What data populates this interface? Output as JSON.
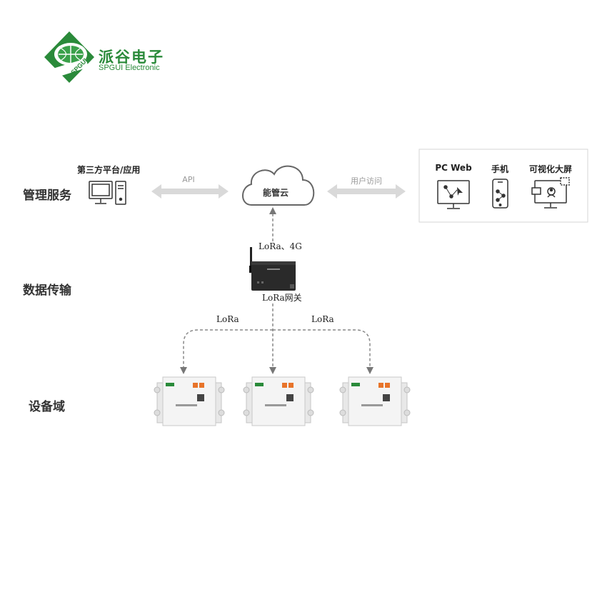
{
  "brand": {
    "name_cn": "派谷电子",
    "name_en": "SPGUI Electronic",
    "logo_text": "SPGUI"
  },
  "layers": {
    "management": "管理服务",
    "transmission": "数据传输",
    "device": "设备域"
  },
  "nodes": {
    "third_party": "第三方平台/应用",
    "cloud": "能管云",
    "gateway": "LoRa网关",
    "gateway_uplink": "LoRa、4G",
    "pc_web": "PC Web",
    "mobile": "手机",
    "screen": "可视化大屏"
  },
  "edges": {
    "api": "API",
    "user_access": "用户访问",
    "lora_left": "LoRa",
    "lora_right": "LoRa"
  },
  "colors": {
    "brand_green": "#2a8a3a",
    "arrow_gray": "#d6d6d6",
    "dash_gray": "#888888",
    "device_orange": "#e8742a"
  }
}
